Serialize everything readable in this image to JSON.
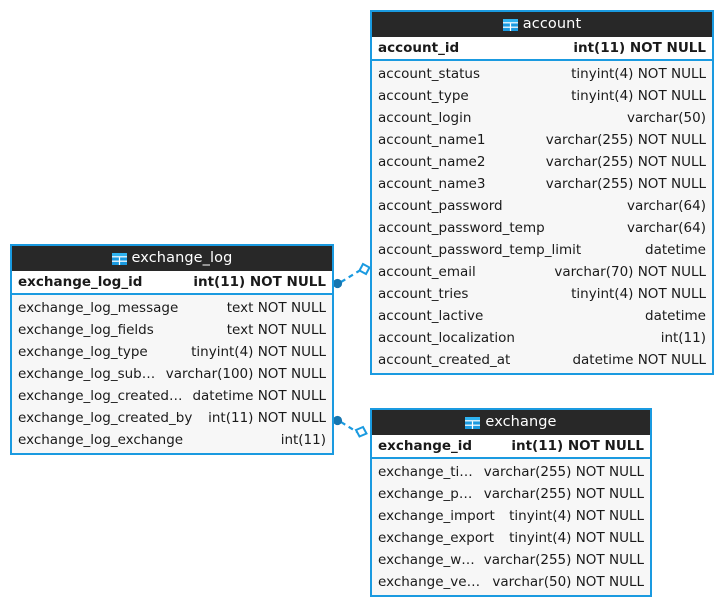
{
  "diagram": {
    "type": "er-diagram",
    "accent_color": "#1a9ae0",
    "header_bg": "#282828",
    "row_bg": "#f7f7f7",
    "pk_row_bg": "#ffffff",
    "text_color": "#1a1a1a",
    "entities": [
      {
        "id": "account",
        "name": "account",
        "icon": "table-icon",
        "primary_key": {
          "name": "account_id",
          "type": "int(11) NOT NULL"
        },
        "columns": [
          {
            "name": "account_status",
            "type": "tinyint(4) NOT NULL"
          },
          {
            "name": "account_type",
            "type": "tinyint(4) NOT NULL"
          },
          {
            "name": "account_login",
            "type": "varchar(50)"
          },
          {
            "name": "account_name1",
            "type": "varchar(255) NOT NULL"
          },
          {
            "name": "account_name2",
            "type": "varchar(255) NOT NULL"
          },
          {
            "name": "account_name3",
            "type": "varchar(255) NOT NULL"
          },
          {
            "name": "account_password",
            "type": "varchar(64)"
          },
          {
            "name": "account_password_temp",
            "type": "varchar(64)"
          },
          {
            "name": "account_password_temp_limit",
            "type": "datetime"
          },
          {
            "name": "account_email",
            "type": "varchar(70) NOT NULL"
          },
          {
            "name": "account_tries",
            "type": "tinyint(4) NOT NULL"
          },
          {
            "name": "account_lactive",
            "type": "datetime"
          },
          {
            "name": "account_localization",
            "type": "int(11)"
          },
          {
            "name": "account_created_at",
            "type": "datetime NOT NULL"
          }
        ]
      },
      {
        "id": "exchange_log",
        "name": "exchange_log",
        "icon": "table-icon",
        "primary_key": {
          "name": "exchange_log_id",
          "type": "int(11) NOT NULL"
        },
        "columns": [
          {
            "name": "exchange_log_message",
            "type": "text NOT NULL"
          },
          {
            "name": "exchange_log_fields",
            "type": "text NOT NULL"
          },
          {
            "name": "exchange_log_type",
            "type": "tinyint(4) NOT NULL"
          },
          {
            "name": "exchange_log_subtype",
            "type": "varchar(100) NOT NULL"
          },
          {
            "name": "exchange_log_created_at",
            "type": "datetime NOT NULL"
          },
          {
            "name": "exchange_log_created_by",
            "type": "int(11) NOT NULL"
          },
          {
            "name": "exchange_log_exchange",
            "type": "int(11)"
          }
        ]
      },
      {
        "id": "exchange",
        "name": "exchange",
        "icon": "table-icon",
        "primary_key": {
          "name": "exchange_id",
          "type": "int(11) NOT NULL"
        },
        "columns": [
          {
            "name": "exchange_title",
            "type": "varchar(255) NOT NULL"
          },
          {
            "name": "exchange_path",
            "type": "varchar(255) NOT NULL"
          },
          {
            "name": "exchange_import",
            "type": "tinyint(4) NOT NULL"
          },
          {
            "name": "exchange_export",
            "type": "tinyint(4) NOT NULL"
          },
          {
            "name": "exchange_website",
            "type": "varchar(255) NOT NULL"
          },
          {
            "name": "exchange_version",
            "type": "varchar(50) NOT NULL"
          }
        ]
      }
    ],
    "relationships": [
      {
        "id": "rel-log-account",
        "from": "exchange_log",
        "to": "account",
        "style": "dashed"
      },
      {
        "id": "rel-log-exchange",
        "from": "exchange_log",
        "to": "exchange",
        "style": "dashed"
      }
    ]
  }
}
